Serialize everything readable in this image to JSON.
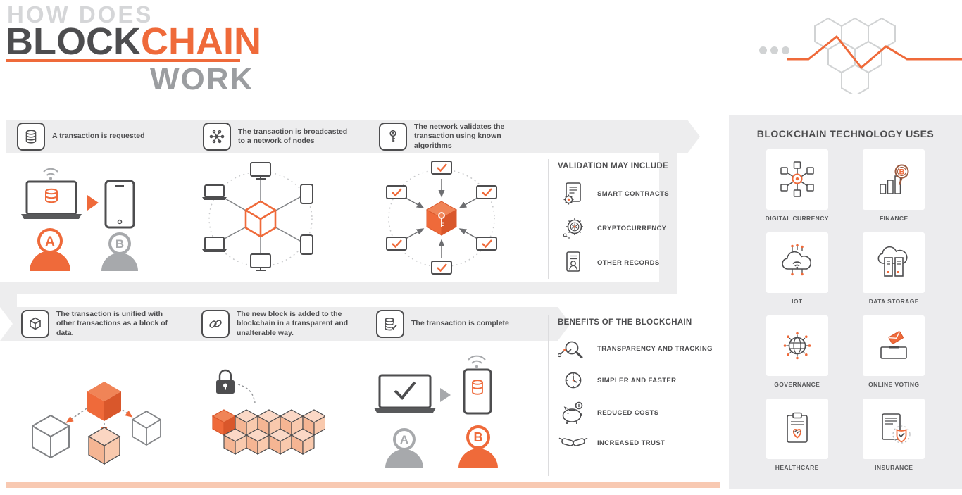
{
  "colors": {
    "accent_orange": "#ef6a3a",
    "dark_gray": "#4d4d4f",
    "mid_gray": "#a7a9ac",
    "panel_gray": "#ededee",
    "peach": "#f8c9b2"
  },
  "header": {
    "kicker": "HOW DOES",
    "block": "BLOCK",
    "chain": "CHAIN",
    "work": "WORK"
  },
  "steps": [
    {
      "text": "A transaction is requested"
    },
    {
      "text": "The transaction is broadcasted to a network of nodes"
    },
    {
      "text": "The network validates the transaction using known algorithms"
    },
    {
      "text": "The transaction is unified with other transactions as a block of data."
    },
    {
      "text": "The new block is added to the blockchain in a transparent and unalterable way."
    },
    {
      "text": "The transaction is complete"
    }
  ],
  "validation": {
    "title": "VALIDATION MAY INCLUDE",
    "items": [
      {
        "label": "SMART CONTRACTS"
      },
      {
        "label": "CRYPTOCURRENCY"
      },
      {
        "label": "OTHER RECORDS"
      }
    ]
  },
  "benefits": {
    "title": "BENEFITS OF THE BLOCKCHAIN",
    "items": [
      {
        "label": "TRANSPARENCY AND TRACKING"
      },
      {
        "label": "SIMPLER AND FASTER"
      },
      {
        "label": "REDUCED COSTS"
      },
      {
        "label": "INCREASED TRUST"
      }
    ]
  },
  "uses": {
    "title": "BLOCKCHAIN TECHNOLOGY USES",
    "items": [
      {
        "label": "DIGITAL CURRENCY"
      },
      {
        "label": "FINANCE"
      },
      {
        "label": "IOT"
      },
      {
        "label": "DATA STORAGE"
      },
      {
        "label": "GOVERNANCE"
      },
      {
        "label": "ONLINE VOTING"
      },
      {
        "label": "HEALTHCARE"
      },
      {
        "label": "INSURANCE"
      }
    ]
  },
  "persons": {
    "a": "A",
    "b": "B"
  },
  "coin_letter": "B"
}
